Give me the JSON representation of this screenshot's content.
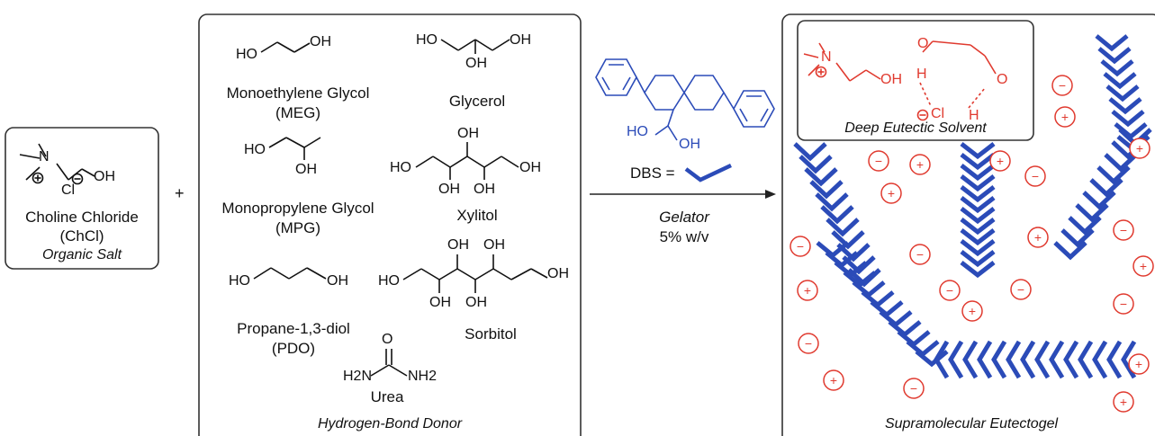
{
  "organic_salt": {
    "cation_atom": "N",
    "hydroxyl": "OH",
    "counterion": "Cl",
    "name": "Choline Chloride",
    "abbr": "(ChCl)",
    "caption": "Organic Salt"
  },
  "plus_sign": "+",
  "hbd": {
    "caption": "Hydrogen-Bond Donor",
    "compounds": [
      {
        "name": "Monoethylene Glycol",
        "abbr": "(MEG)",
        "left": "HO",
        "right": "OH"
      },
      {
        "name": "Glycerol",
        "left": "HO",
        "right": "OH",
        "bottom": "OH"
      },
      {
        "name": "Monopropylene Glycol",
        "abbr": "(MPG)",
        "left": "HO",
        "bottom": "OH"
      },
      {
        "name": "Xylitol",
        "left": "HO",
        "right": "OH",
        "top": "OH",
        "bottom1": "OH",
        "bottom2": "OH"
      },
      {
        "name": "Propane-1,3-diol",
        "abbr": "(PDO)",
        "left": "HO",
        "right": "OH"
      },
      {
        "name": "Sorbitol",
        "left": "HO",
        "right": "OH",
        "top1": "OH",
        "top2": "OH",
        "bottom1": "OH",
        "bottom2": "OH"
      },
      {
        "name": "Urea",
        "left": "H2N",
        "right": "NH2",
        "top": "O"
      }
    ]
  },
  "gelator": {
    "dbs_hydroxyls": [
      "HO",
      "OH"
    ],
    "dbs_label": "DBS =",
    "caption": "Gelator",
    "loading": "5% w/v"
  },
  "result": {
    "inset_caption": "Deep Eutectic Solvent",
    "inset_atoms": {
      "n": "N",
      "oh": "OH",
      "o1": "O",
      "o2": "O",
      "h1": "H",
      "h2": "H",
      "cl": "Cl"
    },
    "caption": "Supramolecular Eutectogel",
    "plus_ion": "+",
    "minus_ion": "−"
  },
  "colors": {
    "dbs_blue": "#2b4bb8",
    "ion_red": "#e03a2f",
    "frame": "#333333"
  }
}
